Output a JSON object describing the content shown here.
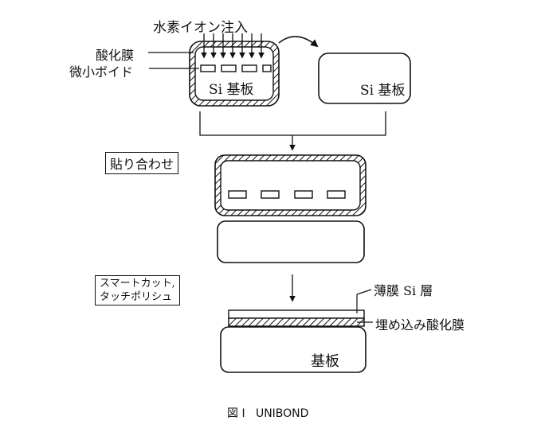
{
  "labels": {
    "hydrogen_implant": "水素イオン注入",
    "oxide_film": "酸化膜",
    "micro_void": "微小ボイド",
    "si_substrate_left": "Si 基板",
    "si_substrate_right": "Si 基板",
    "bonding_step": "貼り合わせ",
    "smartcut_line1": "スマートカット,",
    "smartcut_line2": "タッチポリシュ",
    "thin_si_layer": "薄膜 Si 層",
    "buried_oxide": "埋め込み酸化膜",
    "substrate_bottom": "基板"
  },
  "caption": {
    "figure_number": "図 I",
    "title": "UNIBOND"
  }
}
